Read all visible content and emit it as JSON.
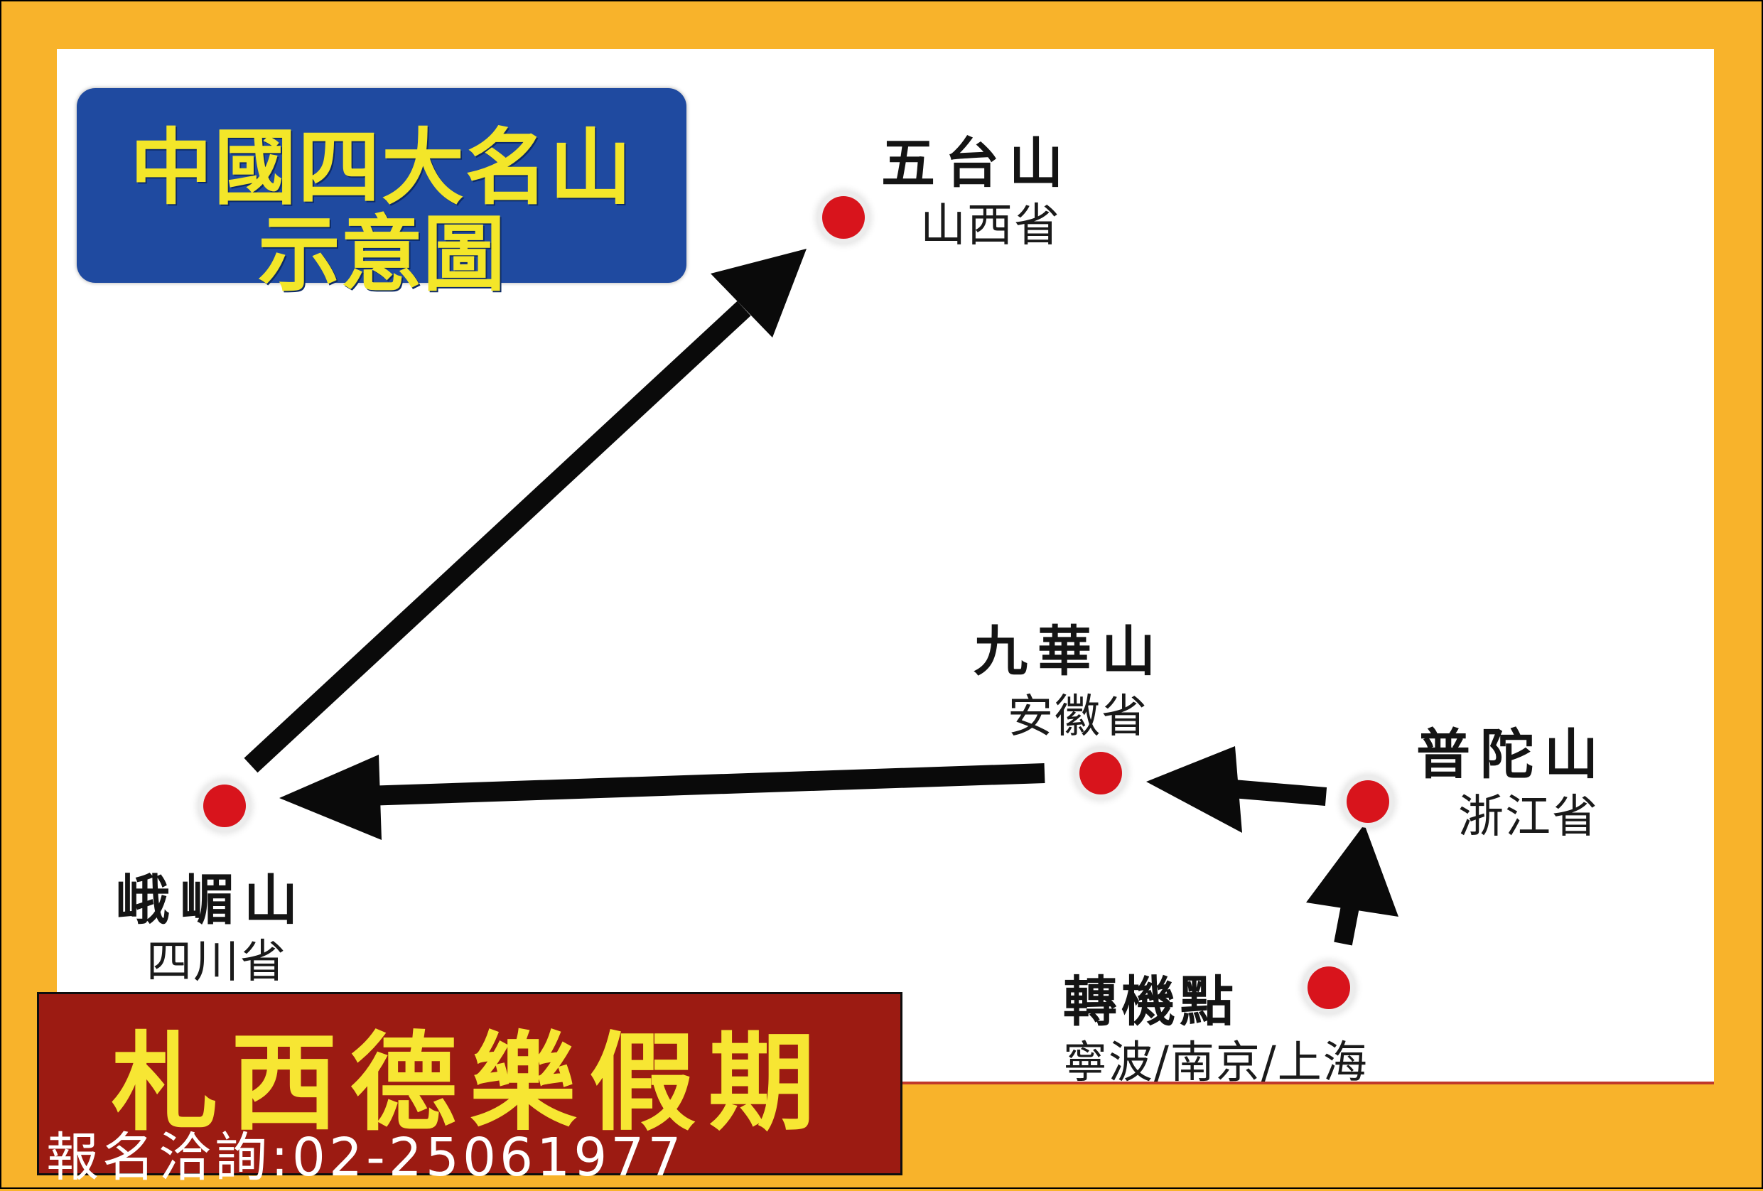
{
  "title": {
    "line1": "中國四大名山",
    "line2": "示意圖"
  },
  "stops": {
    "wutai": {
      "name": "五台山",
      "province": "山西省"
    },
    "jiuhua": {
      "name": "九華山",
      "province": "安徽省"
    },
    "putuo": {
      "name": "普陀山",
      "province": "浙江省"
    },
    "emei": {
      "name": "峨嵋山",
      "province": "四川省"
    },
    "transfer": {
      "name": "轉機點",
      "cities": "寧波/南京/上海"
    }
  },
  "route": [
    "轉機點",
    "普陀山",
    "九華山",
    "峨嵋山",
    "五台山"
  ],
  "brand": {
    "name": "札西德樂假期",
    "phone": "報名洽詢:02-25061977"
  },
  "colors": {
    "frame": "#F8B32B",
    "title_bg": "#1F4AA0",
    "title_text": "#F3E629",
    "dot": "#D8141C",
    "brand_bg": "#9C1B12",
    "brand_text": "#F7E633"
  }
}
